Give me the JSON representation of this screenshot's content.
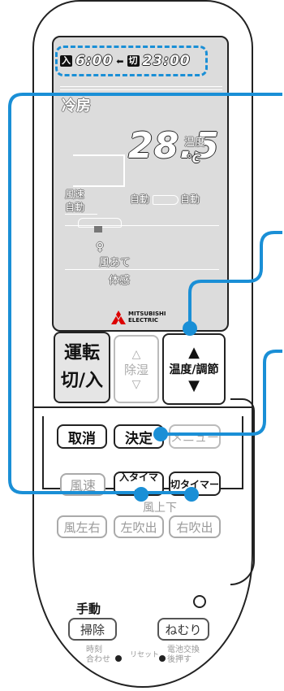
{
  "colors": {
    "callout_line": "#1a8fd6",
    "lcd_bg": "#dcdcdc",
    "outline": "#222222"
  },
  "timer": {
    "on_badge": "入",
    "on_time": "6:00",
    "off_badge": "切",
    "off_time": "23:00",
    "arrow": "⬅"
  },
  "lcd": {
    "mode": "冷房",
    "temp_value": "28.5",
    "temp_unit": "℃",
    "temp_label": "温度",
    "fan_label": "風速",
    "fan_auto": "自動",
    "vane_auto_left": "自動",
    "vane_auto_right": "自動",
    "wind_hit": "風あて",
    "feel": "体感"
  },
  "brand": {
    "name_line1": "MITSUBISHI",
    "name_line2": "ELECTRIC"
  },
  "buttons": {
    "run": {
      "line1": "運転",
      "line2": "切/入"
    },
    "dehumid": "除湿",
    "temp_adjust": "温度/調節",
    "cancel": "取消",
    "confirm": "決定",
    "menu": "メニュー",
    "fan_speed": "風速",
    "on_timer": "入タイマー",
    "off_timer": "切タイマー",
    "vane_updown": "風上下",
    "vane_lr": "風左右",
    "left_blow": "左吹出",
    "right_blow": "右吹出",
    "manual": "手動",
    "clean": "掃除",
    "sleep": "ねむり",
    "clock_set": "時刻\n合わせ",
    "reset": "リセット",
    "battery_change": "電池交換\n後押す"
  },
  "icons": [
    "mitsubishi-logo-icon",
    "up-arrow-icon",
    "down-arrow-icon",
    "fan-icon",
    "person-icon",
    "callout-dot-icon"
  ]
}
